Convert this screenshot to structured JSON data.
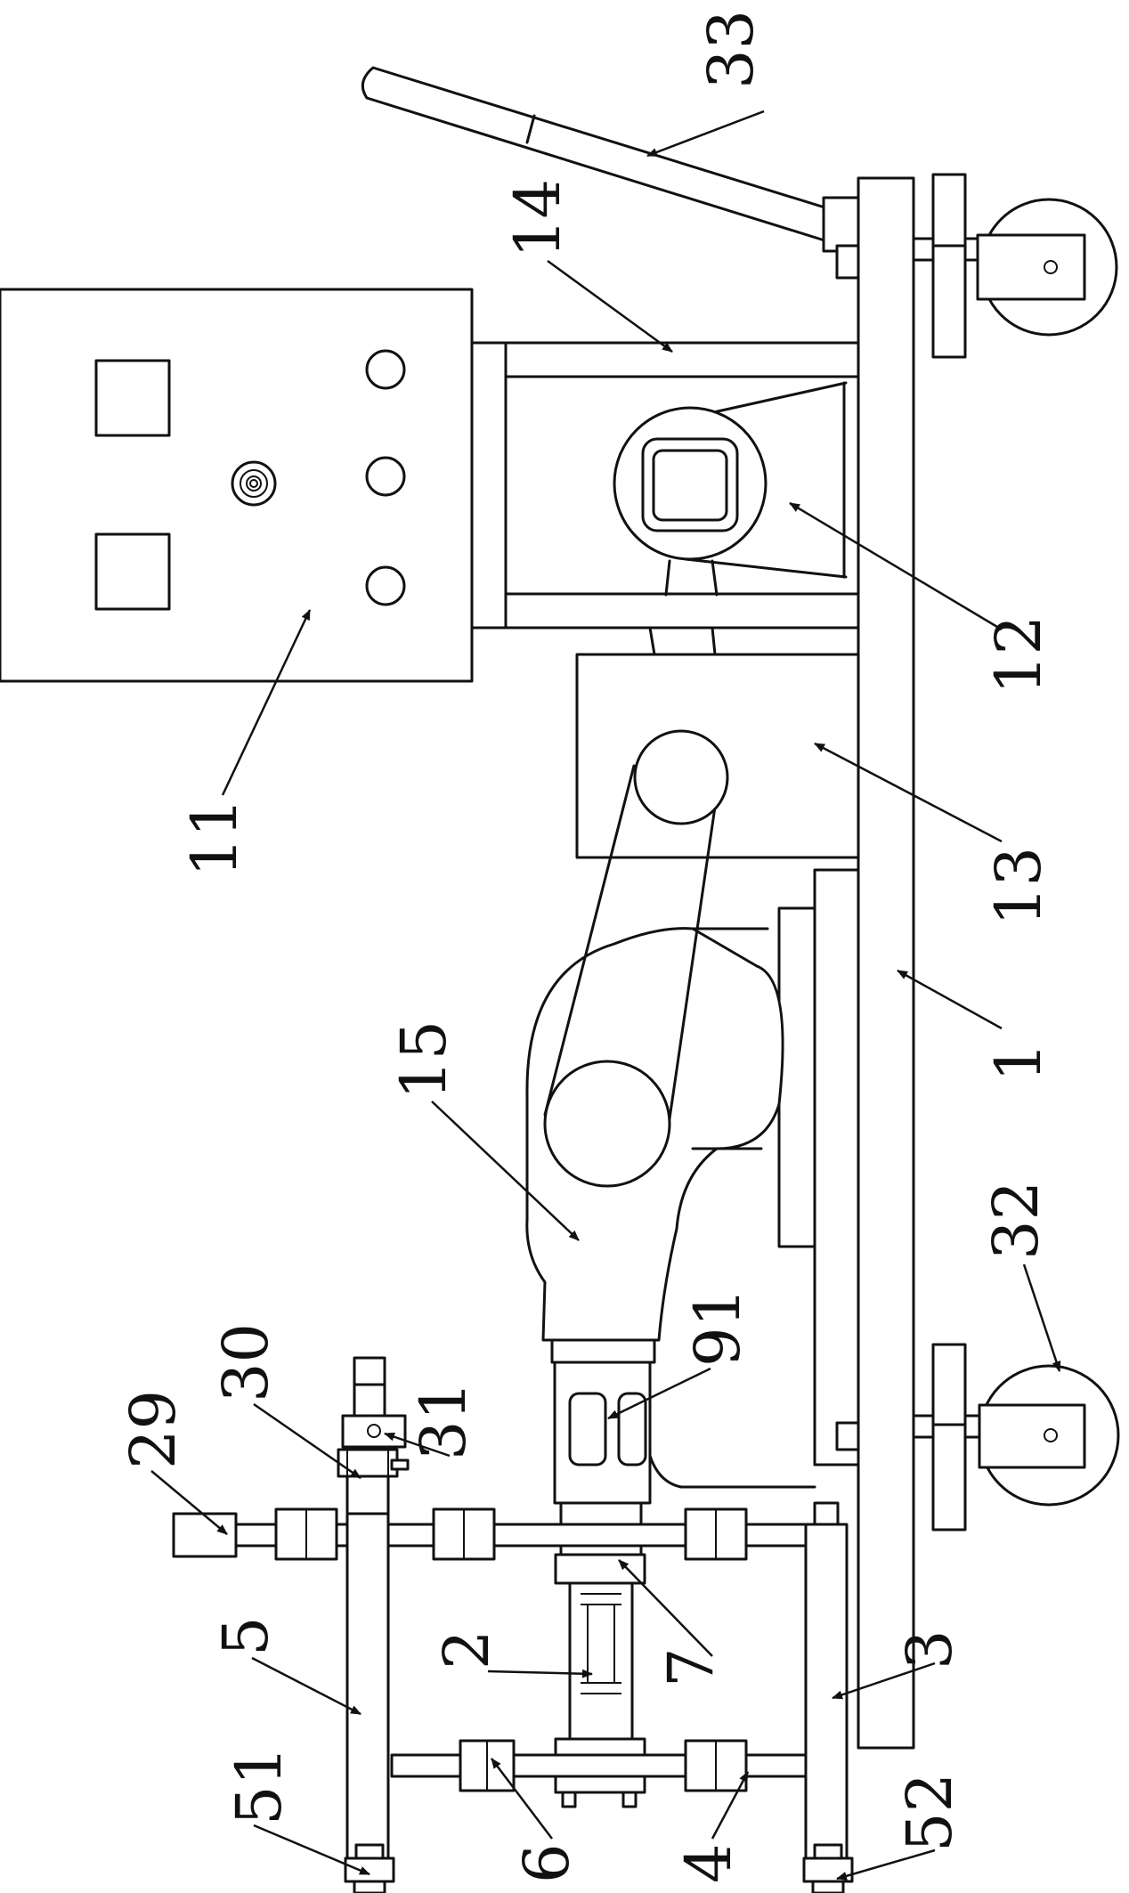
{
  "figure": {
    "labels": [
      {
        "id": "33",
        "text": "33"
      },
      {
        "id": "14",
        "text": "14"
      },
      {
        "id": "11",
        "text": "11"
      },
      {
        "id": "12",
        "text": "12"
      },
      {
        "id": "13",
        "text": "13"
      },
      {
        "id": "1",
        "text": "1"
      },
      {
        "id": "15",
        "text": "15"
      },
      {
        "id": "32",
        "text": "32"
      },
      {
        "id": "91",
        "text": "91"
      },
      {
        "id": "30",
        "text": "30"
      },
      {
        "id": "31",
        "text": "31"
      },
      {
        "id": "29",
        "text": "29"
      },
      {
        "id": "7",
        "text": "7"
      },
      {
        "id": "5",
        "text": "5"
      },
      {
        "id": "2",
        "text": "2"
      },
      {
        "id": "3",
        "text": "3"
      },
      {
        "id": "51",
        "text": "51"
      },
      {
        "id": "52",
        "text": "52"
      },
      {
        "id": "6",
        "text": "6"
      },
      {
        "id": "4",
        "text": "4"
      }
    ]
  }
}
